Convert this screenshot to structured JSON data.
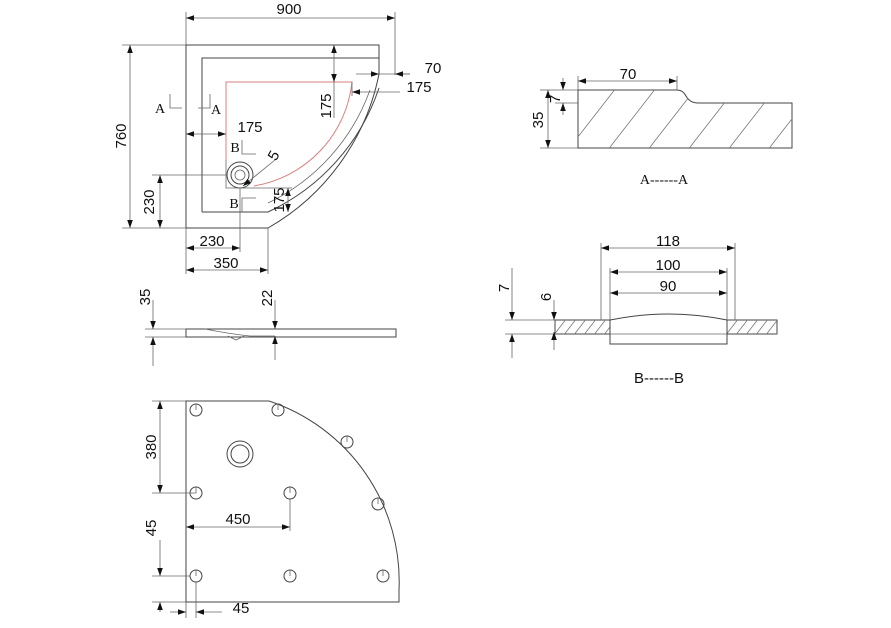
{
  "top_view": {
    "width": "900",
    "height": "760",
    "edge_70": "70",
    "edge_175_right": "175",
    "v_175": "175",
    "h_175": "175",
    "radius_5": "5",
    "v_175_bottom": "175",
    "v_230": "230",
    "h_230": "230",
    "h_350": "350",
    "section_a_left": "A",
    "section_a_right": "A",
    "section_b_top": "B",
    "section_b_bottom": "B"
  },
  "side_view": {
    "dim_35": "35",
    "dim_22": "22"
  },
  "bottom_view": {
    "dim_380": "380",
    "dim_450": "450",
    "dim_45_left": "45",
    "dim_45_bottom": "45"
  },
  "section_aa": {
    "dim_70": "70",
    "dim_7": "7",
    "dim_35": "35",
    "caption": "A------A"
  },
  "section_bb": {
    "dim_118": "118",
    "dim_100": "100",
    "dim_90": "90",
    "dim_7": "7",
    "dim_6": "6",
    "caption": "B------B"
  }
}
